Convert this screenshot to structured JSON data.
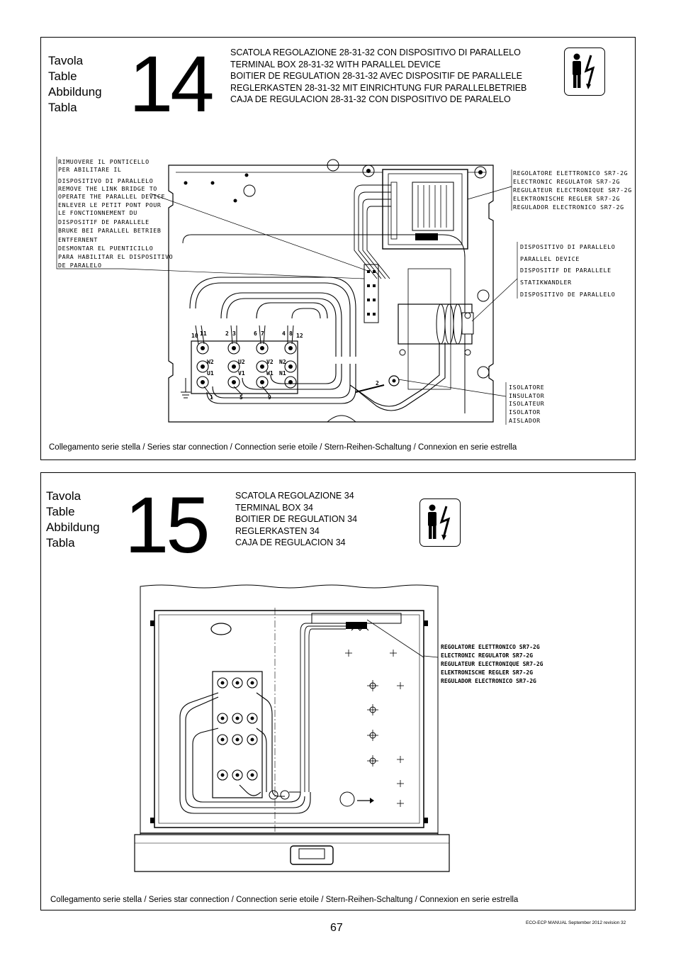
{
  "table14": {
    "labels": [
      "Tavola",
      "Table",
      "Abbildung",
      "Tabla"
    ],
    "number": "14",
    "titles": [
      "SCATOLA REGOLAZIONE 28-31-32 CON DISPOSITIVO DI PARALLELO",
      "TERMINAL BOX 28-31-32 WITH PARALLEL DEVICE",
      "BOITIER DE REGULATION 28-31-32 AVEC DISPOSITIF DE PARALLELE",
      "REGLERKASTEN 28-31-32 MIT EINRICHTUNG FUR PARALLELBETRIEB",
      "CAJA DE REGULACION 28-31-32 CON DISPOSITIVO DE PARALELO"
    ],
    "icon": "electrical-hazard-icon",
    "callout_link_bridge": [
      "RIMUOVERE IL PONTICELLO",
      "PER ABILITARE IL",
      "DISPOSITIVO DI PARALLELO",
      "REMOVE THE LINK BRIDGE TO",
      "OPERATE THE PARALLEL DEVICE",
      "ENLEVER LE PETIT PONT POUR",
      "LE FONCTIONNEMENT DU",
      "DISPOSITIF DE PARALLELE",
      "BRUKE BEI PARALLEL BETRIEB",
      "ENTFERNENT",
      "DESMONTAR EL PUENTICILLO",
      "PARA HABILITAR EL DISPOSITIVO",
      "DE PARALELO"
    ],
    "callout_regulator": [
      "REGOLATORE ELETTRONICO SR7-2G",
      "ELECTRONIC REGULATOR SR7-2G",
      "REGULATEUR ELECTRONIQUE SR7-2G",
      "ELEKTRONISCHE REGLER SR7-2G",
      "REGULADOR ELECTRONICO SR7-2G"
    ],
    "callout_parallel": [
      "DISPOSITIVO DI PARALLELO",
      "PARALLEL DEVICE",
      "DISPOSITIF DE PARALLELE",
      "STATIKWANDLER",
      "DISPOSITIVO DE PARALLELO"
    ],
    "callout_isolator": [
      "ISOLATORE",
      "INSULATOR",
      "ISOLATEUR",
      "ISOLATOR",
      "AISLADOR"
    ],
    "terminal_labels": [
      "W2",
      "U2",
      "V2",
      "N2",
      "U1",
      "V1",
      "W1",
      "N1"
    ],
    "wire_numbers": [
      "10",
      "11",
      "2",
      "3",
      "6",
      "7",
      "4",
      "8",
      "12",
      "1",
      "5",
      "9",
      "2"
    ],
    "caption": "Collegamento serie stella / Series star connection / Connection serie etoile / Stern-Reihen-Schaltung / Connexion en serie estrella"
  },
  "table15": {
    "labels": [
      "Tavola",
      "Table",
      "Abbildung",
      "Tabla"
    ],
    "number": "15",
    "titles": [
      "SCATOLA REGOLAZIONE 34",
      "TERMINAL BOX 34",
      "BOITIER DE REGULATION 34",
      "REGLERKASTEN 34",
      "CAJA DE REGULACION 34"
    ],
    "icon": "electrical-hazard-icon",
    "callout_regulator": [
      "REGOLATORE ELETTRONICO SR7-2G",
      "ELECTRONIC REGULATOR SR7-2G",
      "REGULATEUR ELECTRONIQUE SR7-2G",
      "ELEKTRONISCHE REGLER SR7-2G",
      "REGULADOR ELECTRONICO SR7-2G"
    ],
    "caption": "Collegamento serie stella / Series star connection / Connection serie etoile / Stern-Reihen-Schaltung / Connexion en serie estrella"
  },
  "page": {
    "number": "67",
    "footer": "ECO-ECP MANUAL September 2012 revision 32"
  }
}
